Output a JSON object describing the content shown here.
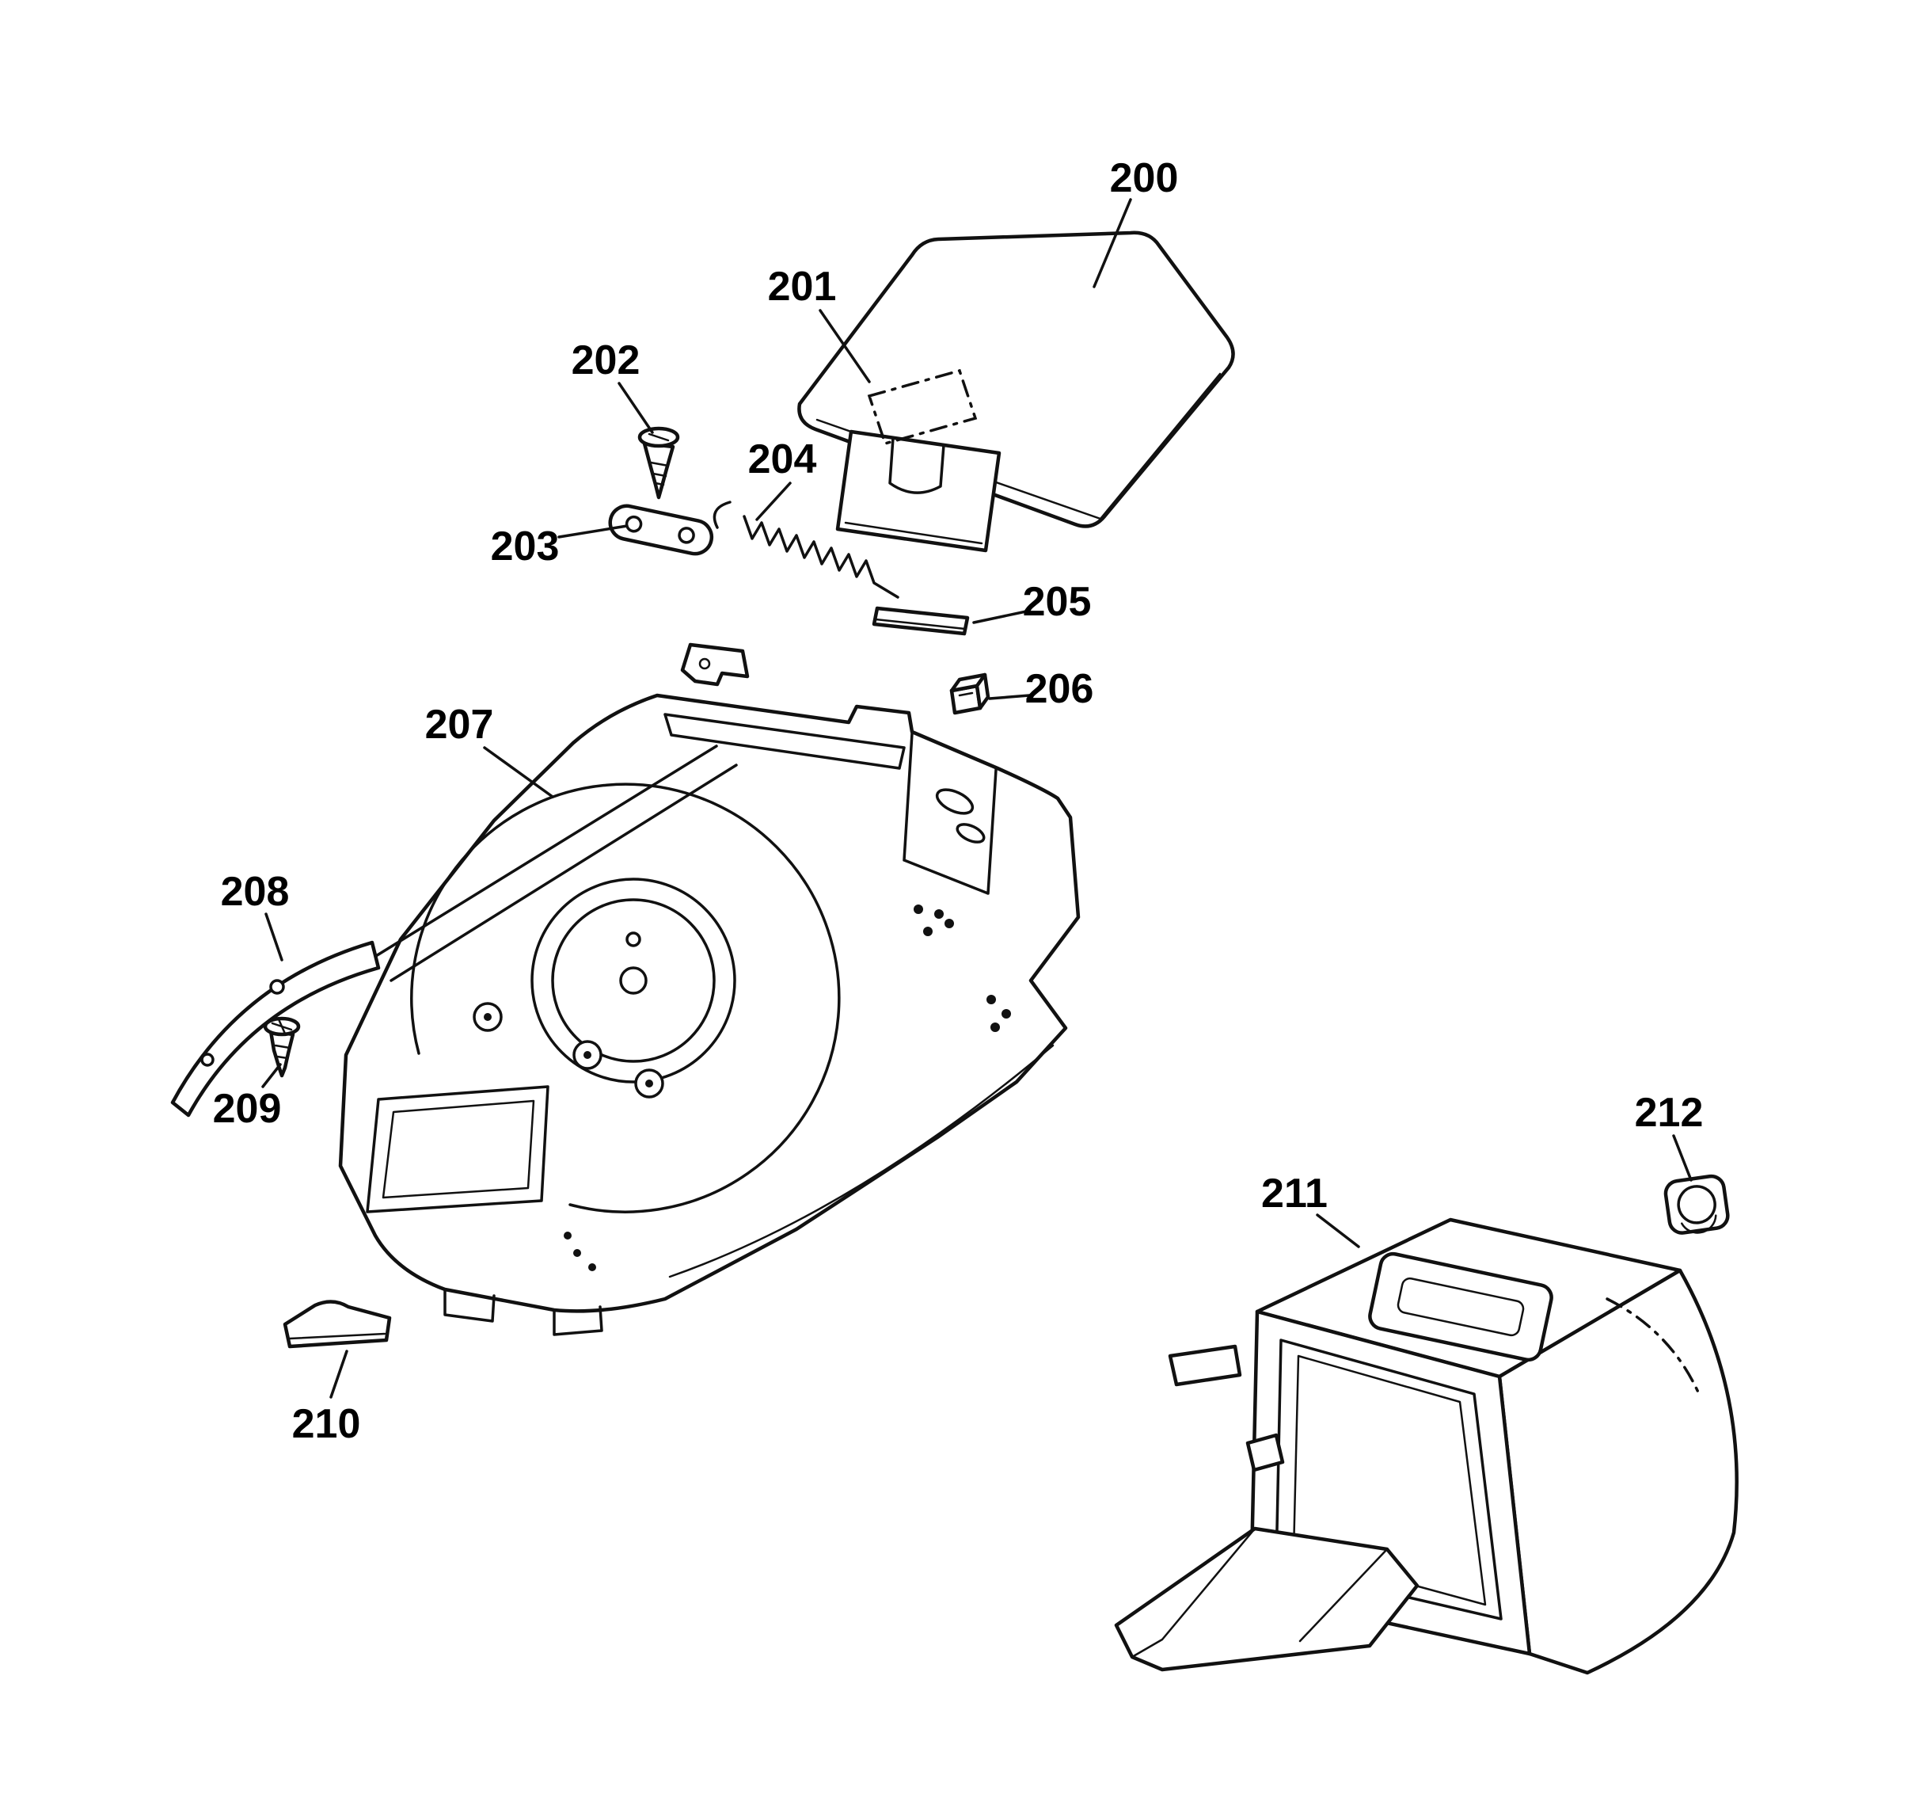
{
  "page": {
    "background_color": "#ffffff",
    "line_color": "#111111"
  },
  "diagram": {
    "kind": "exploded-parts-diagram",
    "callouts": [
      {
        "label": "200"
      },
      {
        "label": "201"
      },
      {
        "label": "202"
      },
      {
        "label": "203"
      },
      {
        "label": "204"
      },
      {
        "label": "205"
      },
      {
        "label": "206"
      },
      {
        "label": "207"
      },
      {
        "label": "208"
      },
      {
        "label": "209"
      },
      {
        "label": "210"
      },
      {
        "label": "211"
      },
      {
        "label": "212"
      }
    ]
  }
}
